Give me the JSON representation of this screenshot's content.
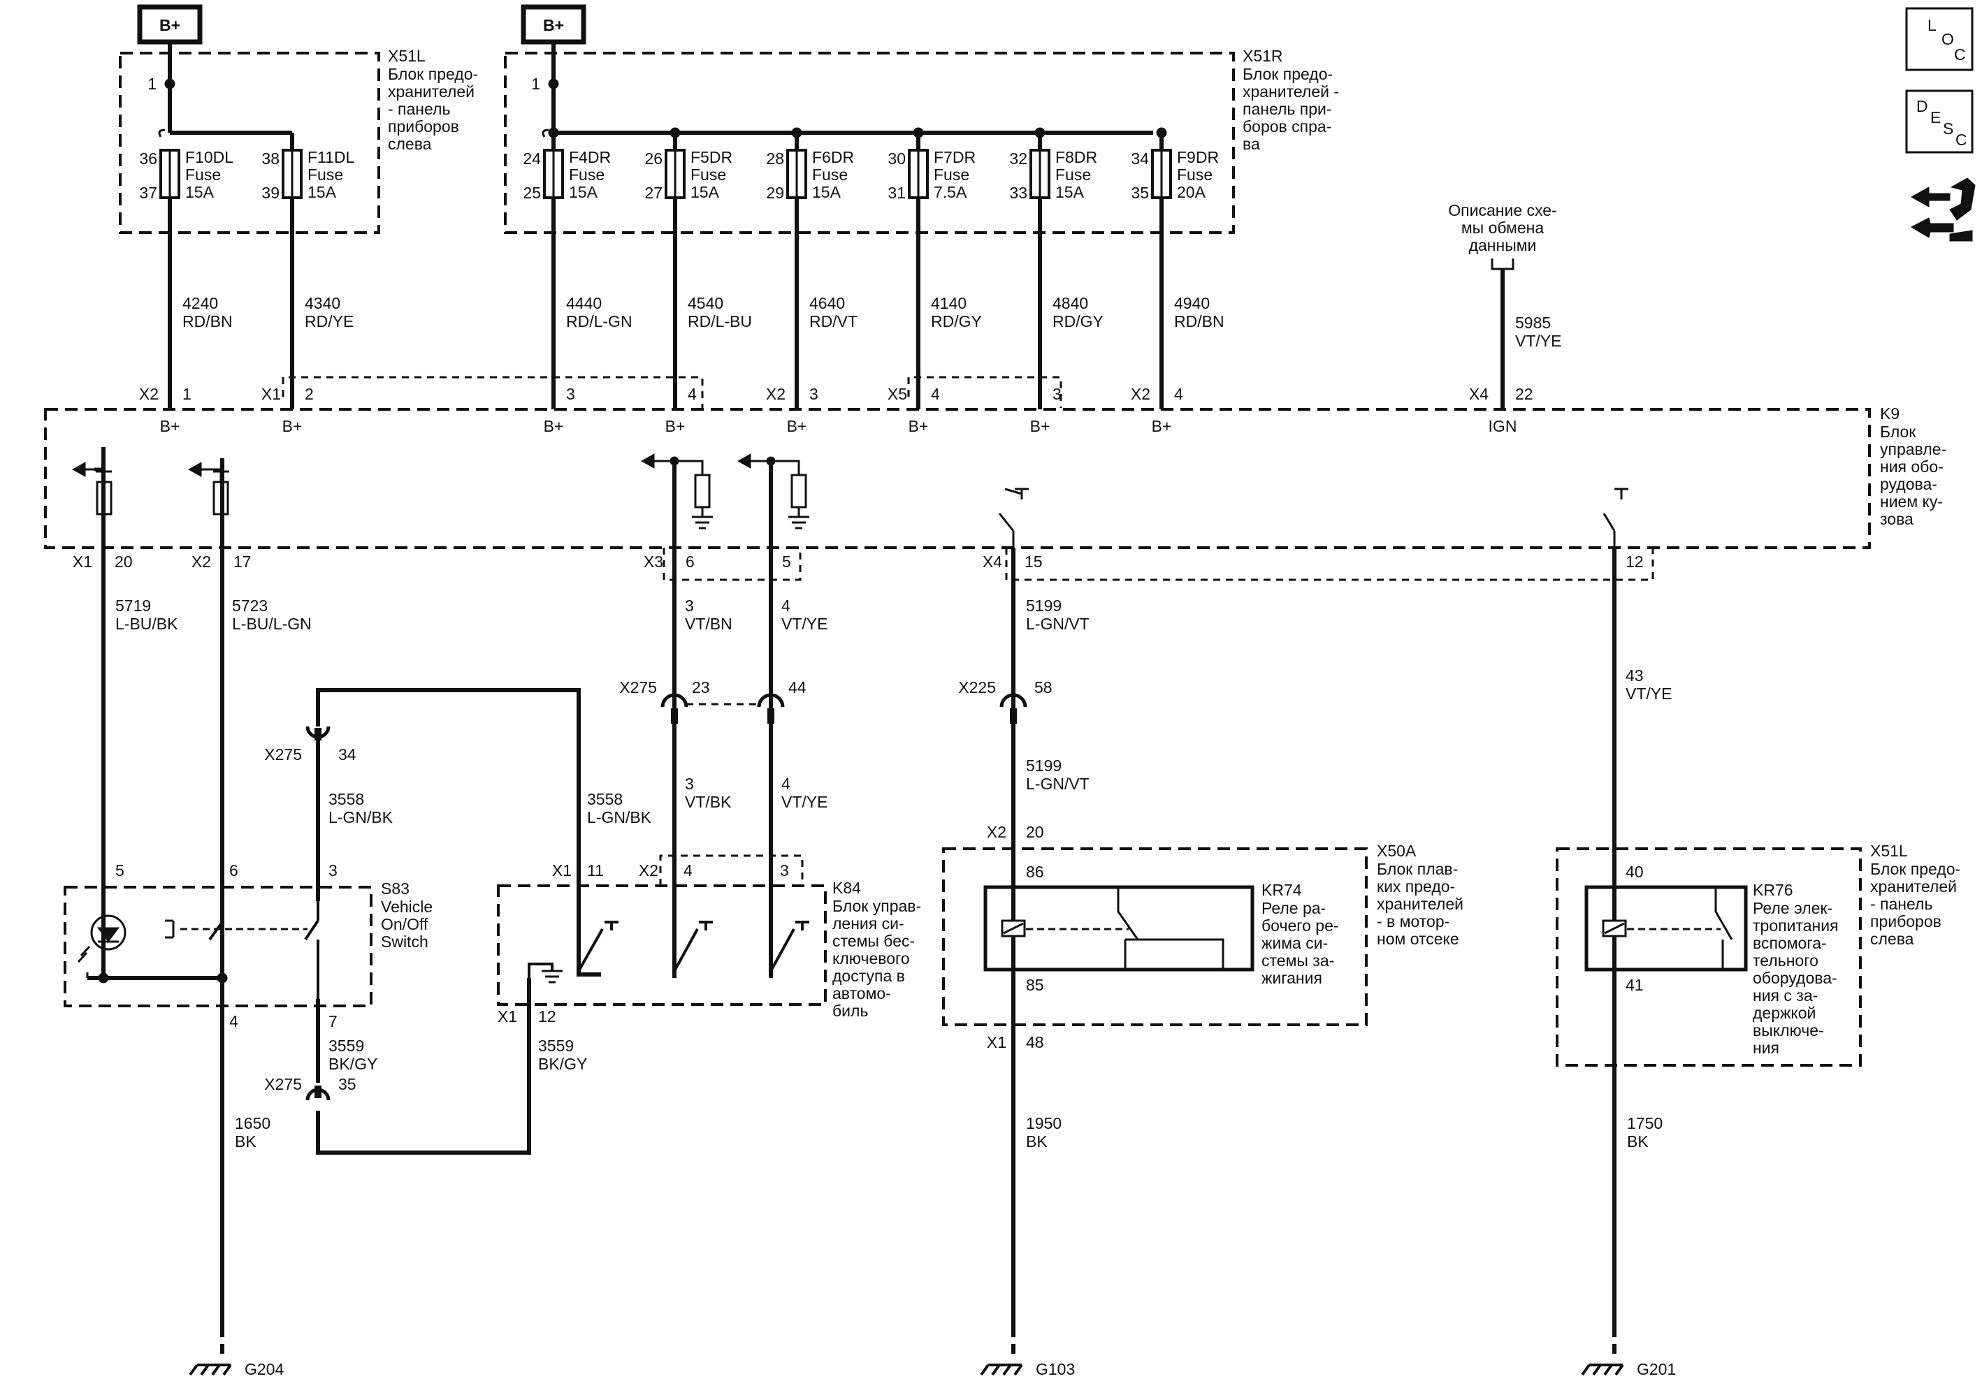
{
  "bplus_box": "B+",
  "modules": {
    "x51l_top": {
      "id": "X51L",
      "lines": [
        "Блок предо-",
        "хранителей",
        "- панель",
        "приборов",
        "слева"
      ]
    },
    "x51r_top": {
      "id": "X51R",
      "lines": [
        "Блок предо-",
        "хранителей -",
        "панель при-",
        "боров спра-",
        "ва"
      ]
    },
    "k9": {
      "id": "K9",
      "lines": [
        "Блок",
        "управле-",
        "ния обо-",
        "рудова-",
        "нием ку-",
        "зова"
      ]
    },
    "s83": {
      "id": "S83",
      "lines": [
        "Vehicle",
        "On/Off",
        "Switch"
      ]
    },
    "k84": {
      "id": "K84",
      "lines": [
        "Блок управ-",
        "ления си-",
        "стемы бес-",
        "ключевого",
        "доступа в",
        "автомо-",
        "биль"
      ]
    },
    "x50a": {
      "id": "X50A",
      "lines": [
        "Блок плав-",
        "ких предо-",
        "хранителей",
        "- в мотор-",
        "ном отсеке"
      ]
    },
    "kr74": {
      "id": "KR74",
      "lines": [
        "Реле ра-",
        "бочего ре-",
        "жима си-",
        "стемы за-",
        "жигания"
      ]
    },
    "x51l_bottom": {
      "id": "X51L",
      "lines": [
        "Блок предо-",
        "хранителей",
        "- панель",
        "приборов",
        "слева"
      ]
    },
    "kr76": {
      "id": "KR76",
      "lines": [
        "Реле элек-",
        "тропитания",
        "вспомога-",
        "тельного",
        "оборудова-",
        "ния с за-",
        "держкой",
        "выключе-",
        "ния"
      ]
    }
  },
  "fuses": [
    {
      "name": "F10DL",
      "type": "Fuse",
      "rating": "15A",
      "pin_in": "36",
      "pin_out": "37"
    },
    {
      "name": "F11DL",
      "type": "Fuse",
      "rating": "15A",
      "pin_in": "38",
      "pin_out": "39"
    },
    {
      "name": "F4DR",
      "type": "Fuse",
      "rating": "15A",
      "pin_in": "24",
      "pin_out": "25"
    },
    {
      "name": "F5DR",
      "type": "Fuse",
      "rating": "15A",
      "pin_in": "26",
      "pin_out": "27"
    },
    {
      "name": "F6DR",
      "type": "Fuse",
      "rating": "15A",
      "pin_in": "28",
      "pin_out": "29"
    },
    {
      "name": "F7DR",
      "type": "Fuse",
      "rating": "7.5A",
      "pin_in": "30",
      "pin_out": "31"
    },
    {
      "name": "F8DR",
      "type": "Fuse",
      "rating": "15A",
      "pin_in": "32",
      "pin_out": "33"
    },
    {
      "name": "F9DR",
      "type": "Fuse",
      "rating": "20A",
      "pin_in": "34",
      "pin_out": "35"
    }
  ],
  "fuse_block_pin": "1",
  "top_wires": [
    {
      "circuit": "4240",
      "color": "RD/BN",
      "conn": "X2",
      "pin": "1",
      "label": "B+"
    },
    {
      "circuit": "4340",
      "color": "RD/YE",
      "conn": "X1",
      "pin": "2",
      "label": "B+"
    },
    {
      "circuit": "4440",
      "color": "RD/L-GN",
      "conn": "",
      "pin": "3",
      "label": "B+"
    },
    {
      "circuit": "4540",
      "color": "RD/L-BU",
      "conn": "",
      "pin": "4",
      "label": "B+"
    },
    {
      "circuit": "4640",
      "color": "RD/VT",
      "conn": "X2",
      "pin": "3",
      "label": "B+"
    },
    {
      "circuit": "4140",
      "color": "RD/GY",
      "conn": "X5",
      "pin": "4",
      "label": "B+"
    },
    {
      "circuit": "4840",
      "color": "RD/GY",
      "conn": "",
      "pin": "3",
      "label": "B+"
    },
    {
      "circuit": "4940",
      "color": "RD/BN",
      "conn": "X2",
      "pin": "4",
      "label": "B+"
    }
  ],
  "data_ref": {
    "lines": [
      "Описание схе-",
      "мы обмена",
      "данными"
    ],
    "circuit": "5985",
    "color": "VT/YE",
    "conn": "X4",
    "pin": "22",
    "label": "IGN"
  },
  "k9_bottom": [
    {
      "conn": "X1",
      "pin": "20"
    },
    {
      "conn": "X2",
      "pin": "17"
    },
    {
      "conn": "X3",
      "pin": "6"
    },
    {
      "conn": "",
      "pin": "5"
    },
    {
      "conn": "X4",
      "pin": "15"
    },
    {
      "conn": "",
      "pin": "12"
    }
  ],
  "mid_wires": [
    {
      "circuit": "5719",
      "color": "L-BU/BK"
    },
    {
      "circuit": "5723",
      "color": "L-BU/L-GN"
    },
    {
      "circuit": "3",
      "color": "VT/BN"
    },
    {
      "circuit": "4",
      "color": "VT/YE"
    },
    {
      "circuit": "5199",
      "color": "L-GN/VT"
    },
    {
      "circuit": "43",
      "color": "VT/YE"
    }
  ],
  "inline": {
    "x275_23": {
      "conn": "X275",
      "pin": "23"
    },
    "x275_44": {
      "pin": "44"
    },
    "x225_58": {
      "conn": "X225",
      "pin": "58"
    },
    "x275_34": {
      "conn": "X275",
      "pin": "34"
    },
    "x275_35": {
      "conn": "X275",
      "pin": "35"
    }
  },
  "lower_wires": {
    "w3vtbk": {
      "circuit": "3",
      "color": "VT/BK"
    },
    "w4vtye": {
      "circuit": "4",
      "color": "VT/YE"
    },
    "w5199": {
      "circuit": "5199",
      "color": "L-GN/VT"
    },
    "w3558a": {
      "circuit": "3558",
      "color": "L-GN/BK"
    },
    "w3558b": {
      "circuit": "3558",
      "color": "L-GN/BK"
    },
    "w3559a": {
      "circuit": "3559",
      "color": "BK/GY"
    },
    "w3559b": {
      "circuit": "3559",
      "color": "BK/GY"
    }
  },
  "s83_pins": {
    "p5": "5",
    "p6": "6",
    "p3": "3",
    "p4": "4",
    "p7": "7"
  },
  "k84_pins": {
    "x1": "X1",
    "p11": "11",
    "x2": "X2",
    "p4": "4",
    "p3": "3",
    "x1b": "X1",
    "p12": "12"
  },
  "x50a_pins": {
    "x2": "X2",
    "p20": "20",
    "p86": "86",
    "p85": "85",
    "x1": "X1",
    "p48": "48"
  },
  "x51l_pins": {
    "p40": "40",
    "p41": "41"
  },
  "ground_wires": [
    {
      "circuit": "1650",
      "color": "BK",
      "ground": "G204"
    },
    {
      "circuit": "1950",
      "color": "BK",
      "ground": "G103"
    },
    {
      "circuit": "1750",
      "color": "BK",
      "ground": "G201"
    }
  ],
  "icons": [
    "loc-icon",
    "desc-icon",
    "connector-tool-icon"
  ],
  "icon_text": {
    "loc": [
      "L",
      "O",
      "C"
    ],
    "desc": [
      "D",
      "E",
      "S",
      "C"
    ]
  }
}
